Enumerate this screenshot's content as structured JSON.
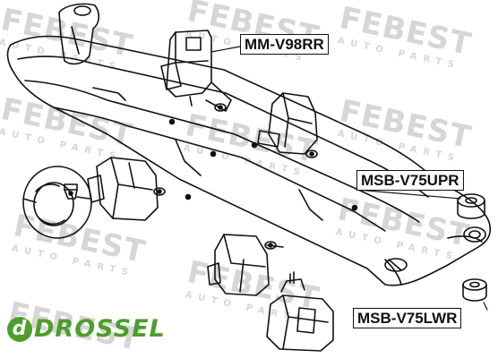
{
  "watermark": {
    "brand": "FEBEST",
    "tagline": "AUTO PARTS"
  },
  "parts": {
    "p1": "MM-V98RR",
    "p2": "MSB-V75UPR",
    "p3": "MSB-V75LWR"
  },
  "logo": {
    "initial": "d",
    "name": "DROSSEL"
  },
  "colors": {
    "line": "#111111",
    "watermark": "#d6d6d6",
    "brand": "#4d9e2a"
  }
}
